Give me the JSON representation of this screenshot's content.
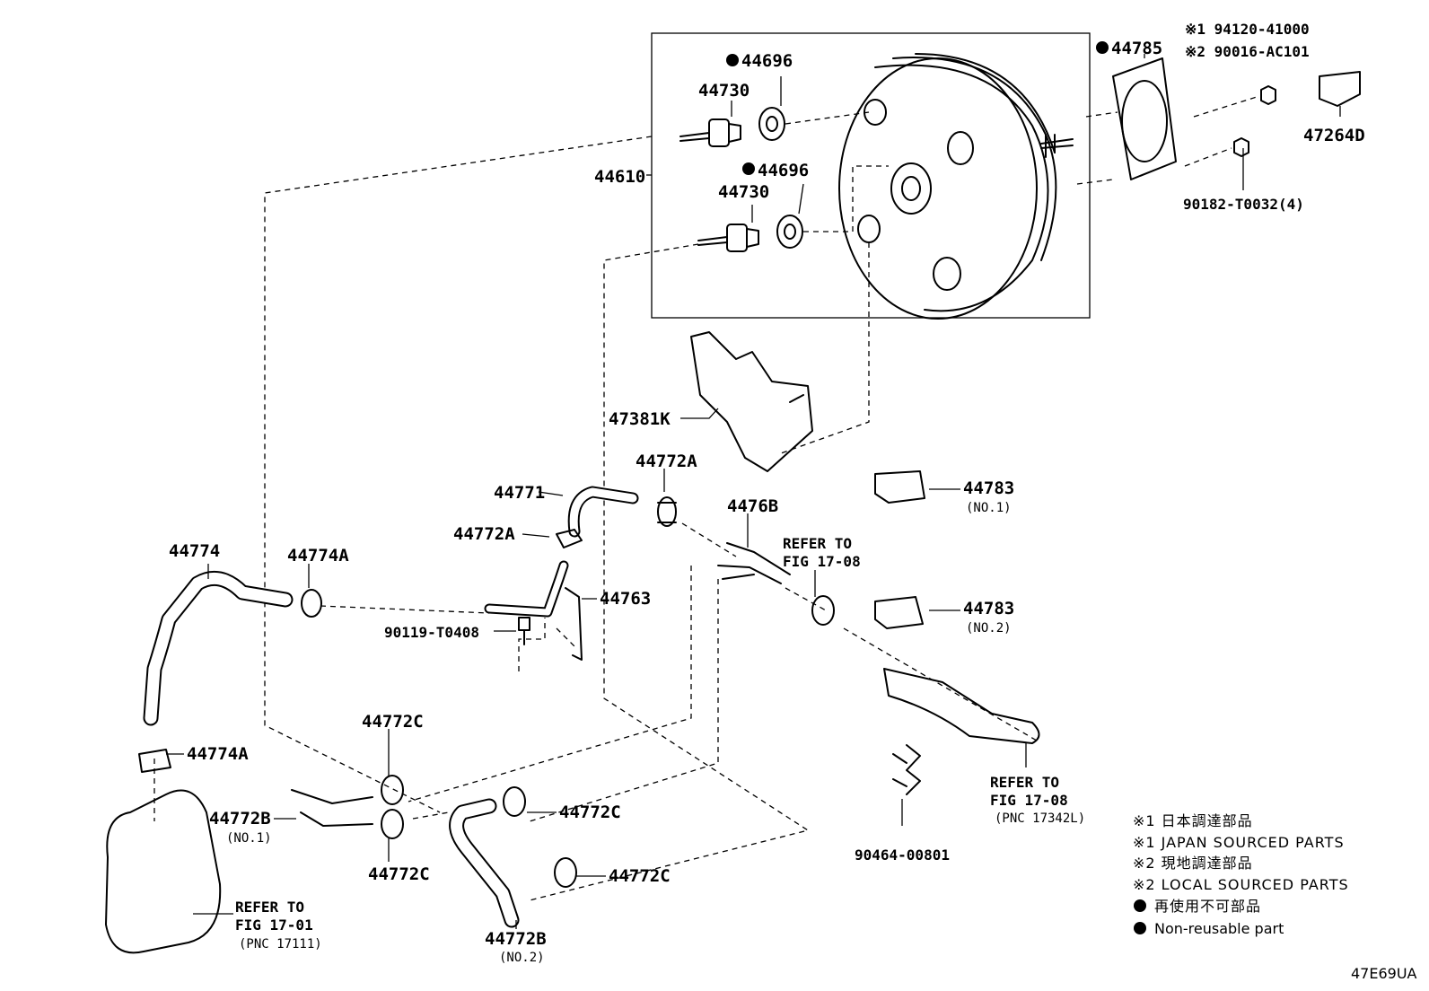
{
  "diagram": {
    "code": "47E69UA",
    "parts": {
      "p44696a": "44696",
      "p44696b": "44696",
      "p44730a": "44730",
      "p44730b": "44730",
      "p44610": "44610",
      "p44785": "44785",
      "p194120": "※1 94120-41000",
      "p290016": "※2 90016-AC101",
      "p47264D": "47264D",
      "p90182": "90182-T0032(4)",
      "p47381K": "47381K",
      "p44771": "44771",
      "p44772A_top": "44772A",
      "p44772A_mid": "44772A",
      "p4476B": "4476B",
      "p44783a": "44783",
      "p44783a_sub": "(NO.1)",
      "p44783b": "44783",
      "p44783b_sub": "(NO.2)",
      "p44774": "44774",
      "p44774A_top": "44774A",
      "p44763": "44763",
      "p90119": "90119-T0408",
      "p44774A_low": "44774A",
      "p44772C_a": "44772C",
      "p44772B_a": "44772B",
      "p44772B_a_sub": "(NO.1)",
      "p44772C_b": "44772C",
      "p44772C_c": "44772C",
      "p44772C_d": "44772C",
      "p44772B_b": "44772B",
      "p44772B_b_sub": "(NO.2)",
      "p90464": "90464-00801"
    },
    "refs": {
      "ref1708a_l1": "REFER TO",
      "ref1708a_l2": "FIG 17-08",
      "ref1708b_l1": "REFER TO",
      "ref1708b_l2": "FIG 17-08",
      "ref1708b_l3": "(PNC 17342L)",
      "ref1701_l1": "REFER TO",
      "ref1701_l2": "FIG 17-01",
      "ref1701_l3": "(PNC 17111)"
    },
    "legend": {
      "l1": "※1 日本調達部品",
      "l2": "※1 JAPAN SOURCED PARTS",
      "l3": "※2 現地調達部品",
      "l4": "※2 LOCAL SOURCED PARTS",
      "l5": "再使用不可部品",
      "l6": "Non-reusable part"
    }
  }
}
